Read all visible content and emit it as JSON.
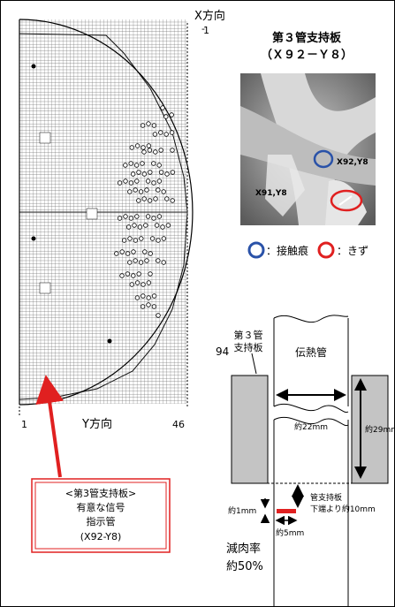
{
  "tubesheet_map": {
    "x_axis_title": "X方向",
    "x_tick_1": "1",
    "x_tick_94": "94",
    "y_axis_title": "Y方向",
    "y_tick_1": "1",
    "y_tick_46": "46"
  },
  "callout": {
    "line1": "<第3管支持板>",
    "line2": "有意な信号",
    "line3": "指示管",
    "line4": "(X92-Y8)"
  },
  "photo": {
    "title_line1": "第３管支持板",
    "title_line2": "（Ｘ９２－Ｙ８）",
    "label_x92": "X92,Y8",
    "label_x91": "X91,Y8"
  },
  "legend": {
    "contact_label": "：接触痕",
    "contact_color": "#2a52a8",
    "flaw_label": "：きず",
    "flaw_color": "#e02020"
  },
  "section_diagram": {
    "support_plate_line1": "第３管",
    "support_plate_line2": "支持板",
    "tube_label": "伝熱管",
    "width_label": "約22mm",
    "thickness_label": "約29mm",
    "offset_line1": "管支持板",
    "offset_line2": "下端より約10mm",
    "depth_label": "約1mm",
    "length_label": "約5mm",
    "thinning_line1": "減肉率",
    "thinning_line2": "約50%"
  }
}
